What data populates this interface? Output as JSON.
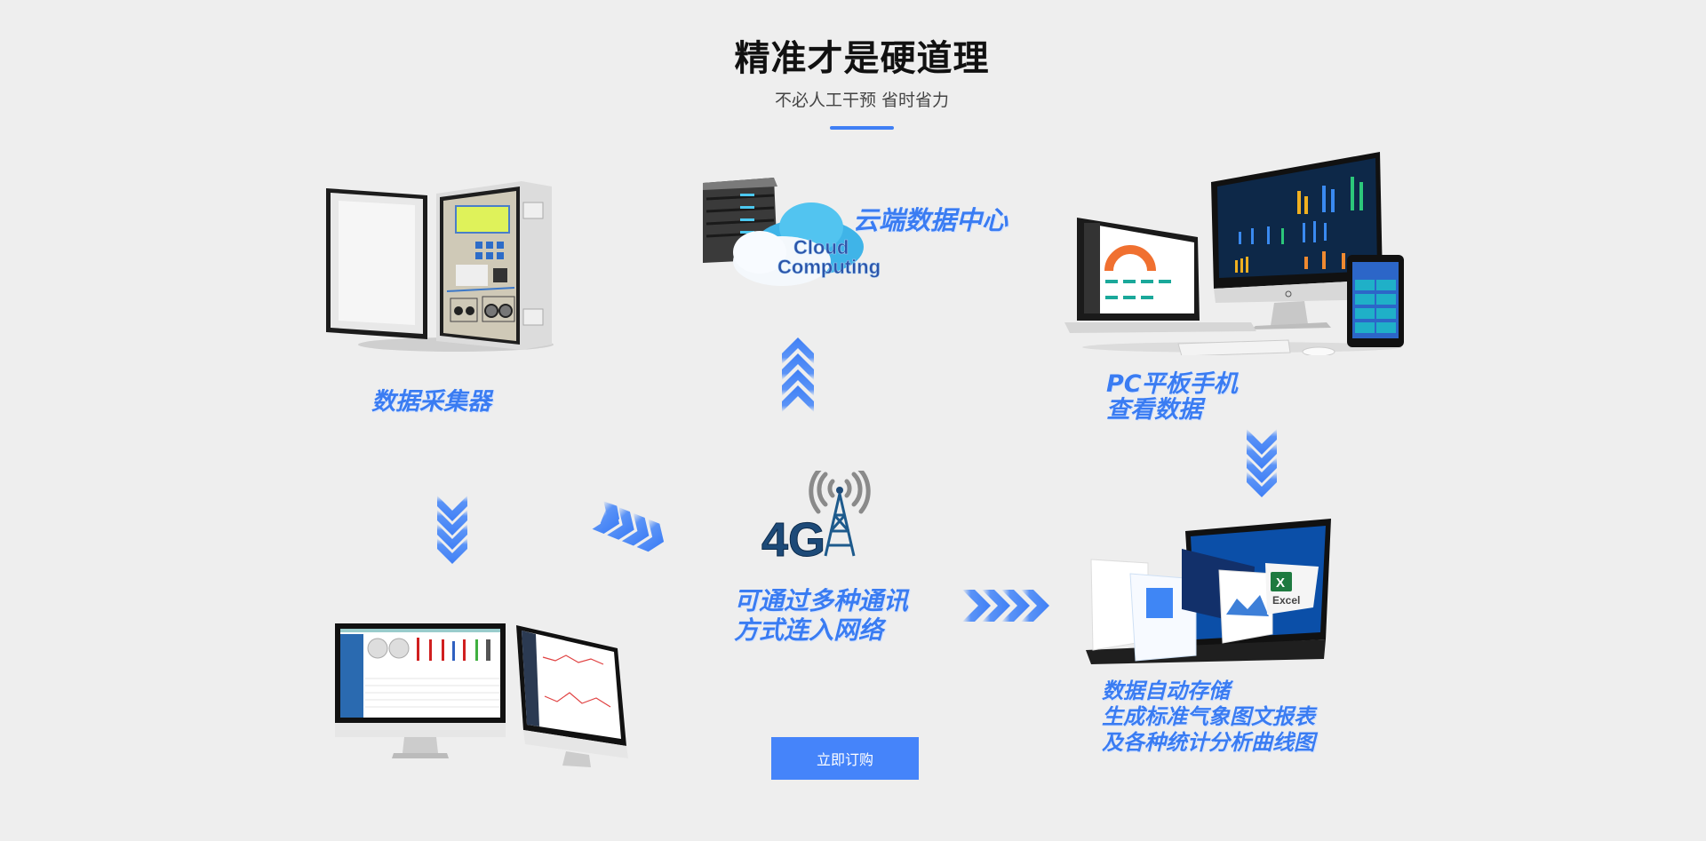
{
  "header": {
    "title": "精准才是硬道理",
    "subtitle": "不必人工干预  省时省力"
  },
  "nodes": {
    "collector": {
      "label": "数据采集器",
      "image": "data-logger-cabinet"
    },
    "cloud": {
      "label": "云端数据中心",
      "image": "cloud-computing-server",
      "image_text_line1": "Cloud",
      "image_text_line2": "Computing"
    },
    "devices": {
      "label_line1": "PC平板手机",
      "label_line2": "查看数据",
      "image": "pc-laptop-tablet"
    },
    "network": {
      "label_line1": "可通过多种通讯",
      "label_line2": "方式连入网络",
      "image": "4g-tower",
      "image_text": "4G"
    },
    "storage": {
      "label_line1": "数据自动存储",
      "label_line2": "生成标准气象图文报表",
      "label_line3": "及各种统计分析曲线图",
      "image": "laptop-excel-reports",
      "excel_text": "Excel",
      "excel_letter": "X"
    },
    "monitors": {
      "image": "desktop-monitors-software"
    }
  },
  "cta": {
    "label": "立即订购"
  },
  "colors": {
    "accent": "#3f7ff5",
    "background": "#eeeeee",
    "button": "#4584fa"
  }
}
